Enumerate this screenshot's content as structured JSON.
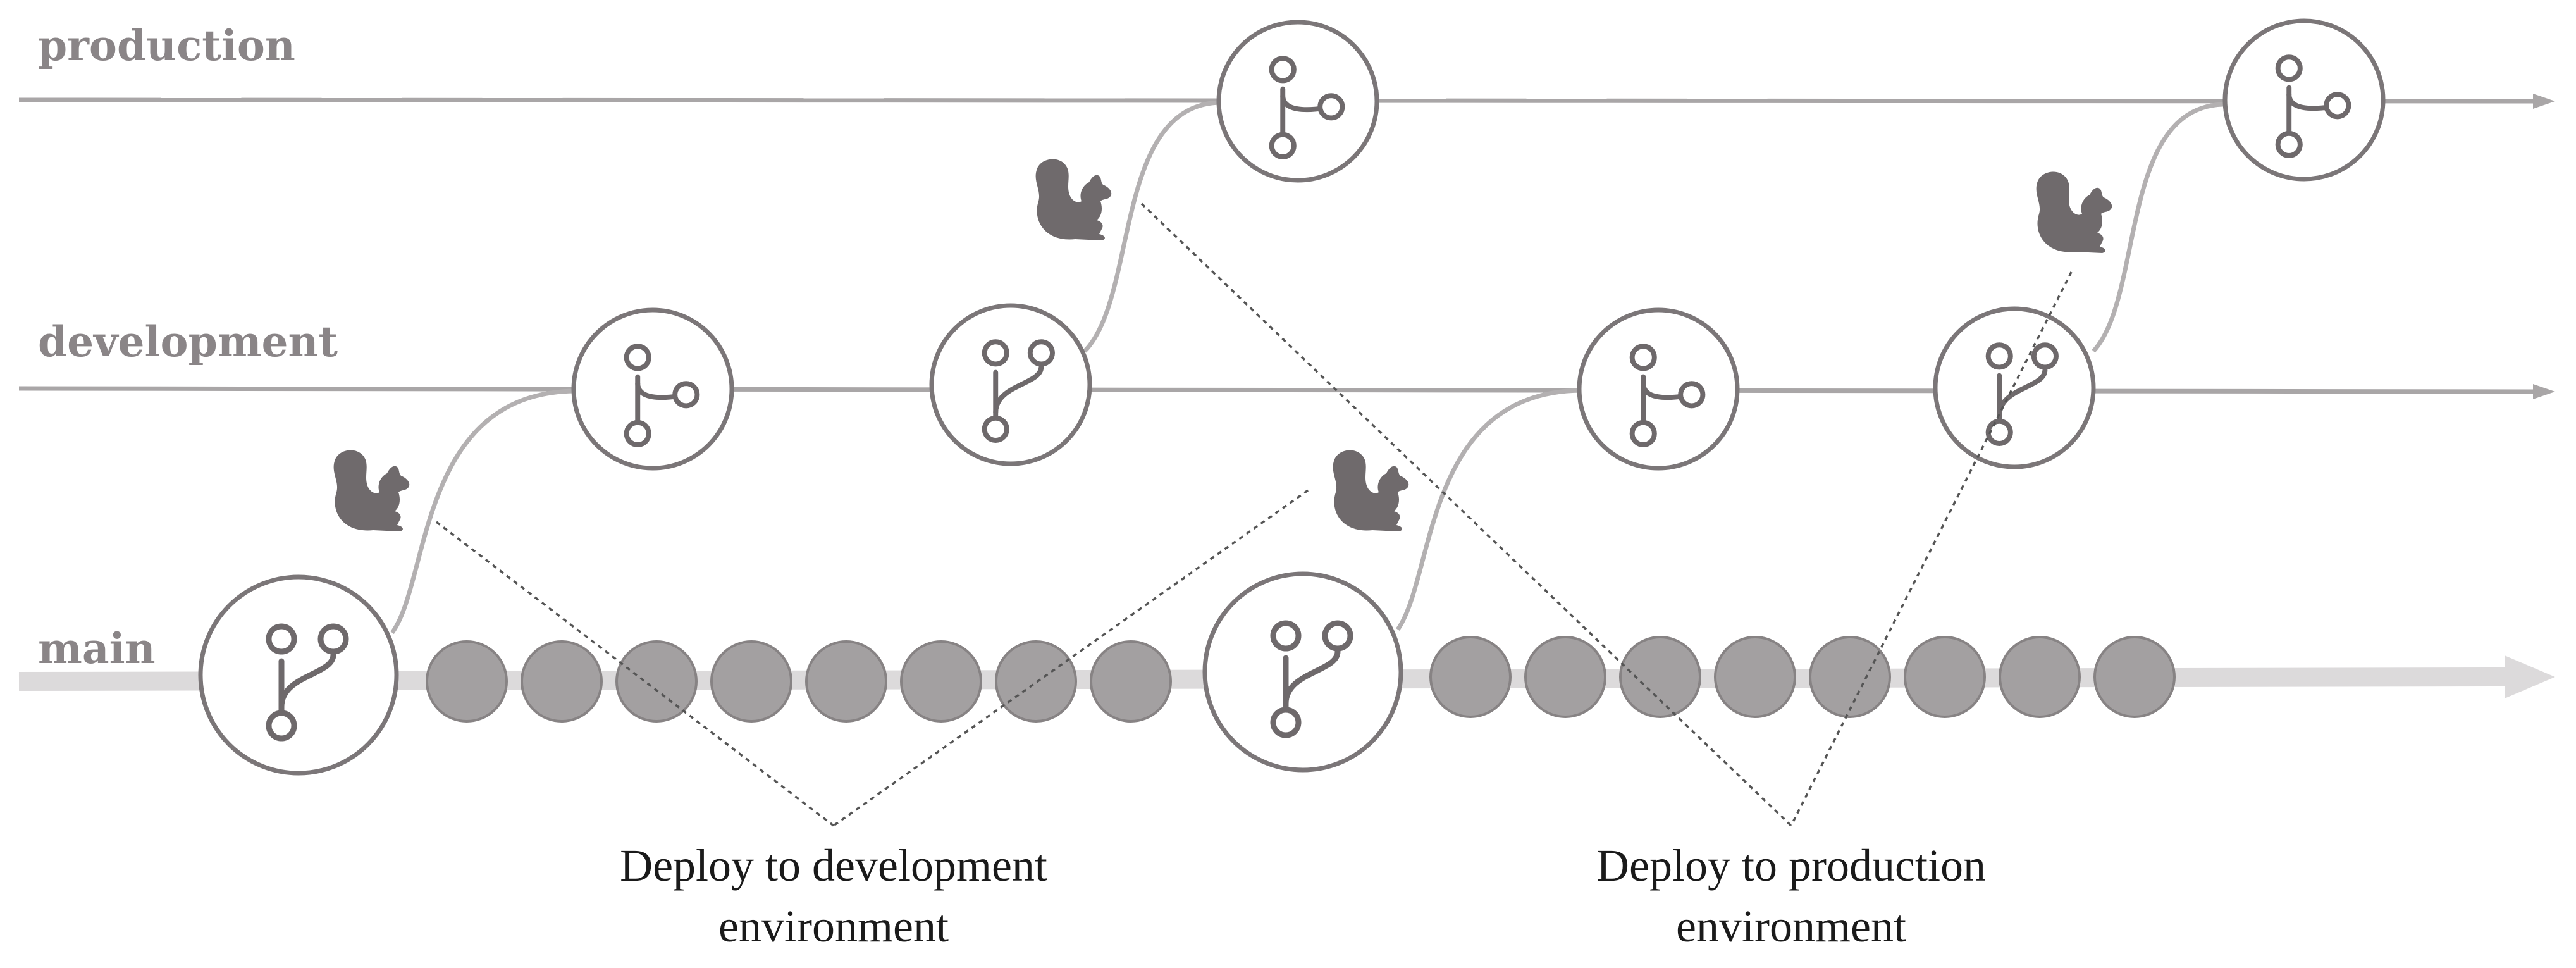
{
  "branches": {
    "production": "production",
    "development": "development",
    "main": "main"
  },
  "captions": {
    "development_line1": "Deploy to development",
    "development_line2": "environment",
    "production_line1": "Deploy to production",
    "production_line2": "environment"
  },
  "icons": {
    "branch": "git-branch-icon",
    "merge": "git-merge-icon",
    "deploy": "squirrel-icon"
  },
  "colors": {
    "track": "#a9a6a7",
    "main_track": "#dcdadb",
    "node_outline": "#7b7678",
    "commit_fill": "#a3a0a1",
    "squirrel": "#6f6a6c"
  }
}
